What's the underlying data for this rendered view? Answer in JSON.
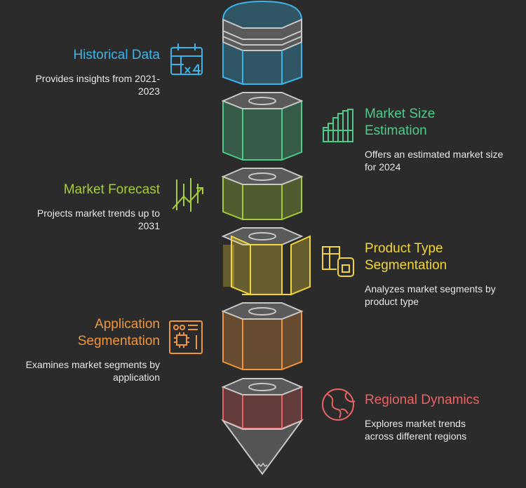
{
  "steps": [
    {
      "title": "Historical Data",
      "desc": "Provides insights from 2021-2023",
      "color": "#3bb5e8",
      "icon": "calendar-x4-icon"
    },
    {
      "title": "Market Size Estimation",
      "desc": "Offers an estimated market size for 2024",
      "color": "#4ecb8a",
      "icon": "bar-chart-growth-icon"
    },
    {
      "title": "Market Forecast",
      "desc": "Projects market trends up to 2031",
      "color": "#a5cc3a",
      "icon": "trend-up-arrow-icon"
    },
    {
      "title": "Product Type Segmentation",
      "desc": "Analyzes market segments by product type",
      "color": "#f2d53c",
      "icon": "table-sim-card-icon"
    },
    {
      "title": "Application Segmentation",
      "desc": "Examines market segments by application",
      "color": "#f0963c",
      "icon": "chip-dashboard-icon"
    },
    {
      "title": "Regional Dynamics",
      "desc": "Explores market trends across different regions",
      "color": "#e86464",
      "icon": "globe-icon"
    }
  ]
}
